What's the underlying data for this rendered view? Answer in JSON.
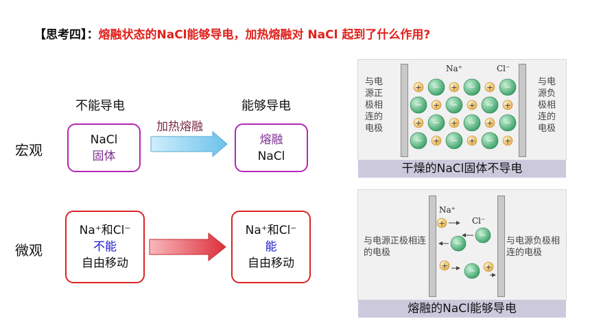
{
  "title": {
    "label": "【思考四】：",
    "question": "熔融状态的NaCl能够导电，加热熔融对 NaCl 起到了什么作用?"
  },
  "headings": {
    "left": "不能导电",
    "right": "能够导电"
  },
  "macro": {
    "row_label": "宏观",
    "left_box": {
      "line1": "NaCl",
      "line2": "固体"
    },
    "arrow_label": "加热熔融",
    "right_box": {
      "line1": "熔融",
      "line2": "NaCl"
    }
  },
  "micro": {
    "row_label": "微观",
    "left_box": {
      "line1": "Na⁺和Cl⁻",
      "line2": "不能",
      "line3": "自由移动"
    },
    "right_box": {
      "line1": "Na⁺和Cl⁻",
      "line2": "能",
      "line3": "自由移动"
    }
  },
  "top_diagram": {
    "cation_label": "Na⁺",
    "anion_label": "Cl⁻",
    "left_electrode_label": "与电源正极相连的电极",
    "right_electrode_label": "与电源负极相连的电极",
    "caption": "干燥的NaCl固体不导电"
  },
  "bottom_diagram": {
    "cation_label": "Na⁺",
    "anion_label": "Cl⁻",
    "left_electrode_label": "与电源正极相连的电极",
    "right_electrode_label": "与电源负极相连的电极",
    "caption": "熔融的NaCl能够导电"
  },
  "colors": {
    "title_red": "#e0201b",
    "box_purple": "#b226b6",
    "box_red": "#d92323",
    "arrow_blue": "#8ed0f0",
    "arrow_red": "#e2404a",
    "anion_green": "#3aa56a",
    "cation_yellow": "#f2c469"
  }
}
